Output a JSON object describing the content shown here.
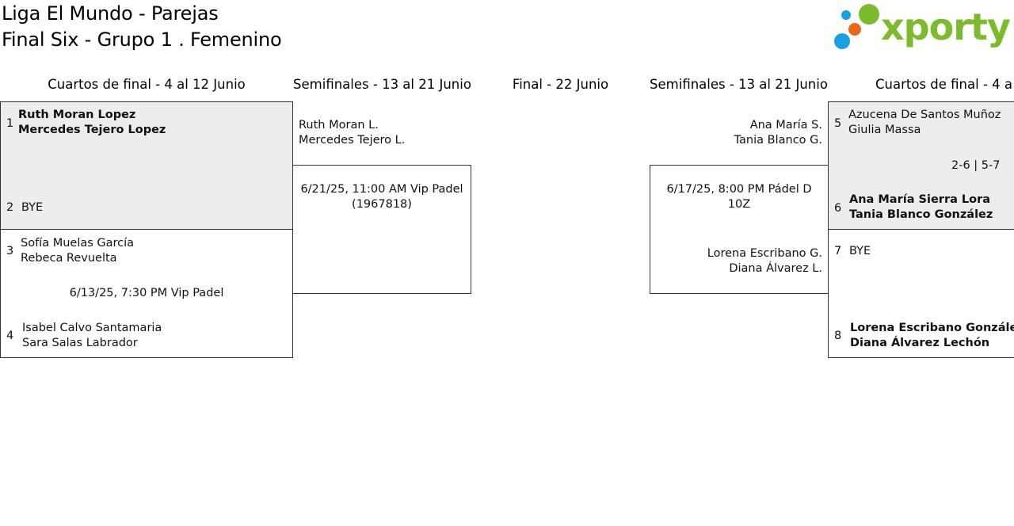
{
  "header": {
    "title_line1": "Liga El Mundo - Parejas",
    "title_line2": "Final Six - Grupo 1 . Femenino",
    "logo_text": "xporty"
  },
  "colors": {
    "brand_green": "#7dbb2e",
    "dot_blue": "#1a9fe0",
    "dot_orange": "#e8681a",
    "grey_box": "#ededed"
  },
  "columns": {
    "qf_left": "Cuartos de final - 4 al 12 Junio",
    "sf_left": "Semifinales - 13 al 21 Junio",
    "final": "Final - 22 Junio",
    "sf_right": "Semifinales - 13 al 21 Junio",
    "qf_right": "Cuartos de final - 4 a"
  },
  "qf_left": {
    "match1": {
      "seed_a": "1",
      "team_a": [
        "Ruth Moran Lopez",
        "Mercedes Tejero Lopez"
      ],
      "seed_b": "2",
      "team_b": [
        "BYE"
      ]
    },
    "match2": {
      "seed_a": "3",
      "team_a": [
        "Sofía Muelas García",
        "Rebeca Revuelta"
      ],
      "info": "6/13/25, 7:30 PM Vip Padel",
      "seed_b": "4",
      "team_b": [
        "Isabel Calvo Santamaria",
        "Sara Salas Labrador"
      ]
    }
  },
  "sf_left": {
    "team_a": [
      "Ruth Moran L.",
      "Mercedes Tejero L."
    ],
    "info_line1": "6/21/25, 11:00 AM Vip Padel",
    "info_line2": "(1967818)"
  },
  "sf_right": {
    "team_a": [
      "Ana María S.",
      "Tania Blanco G."
    ],
    "info_line1": "6/17/25, 8:00 PM Pádel D",
    "info_line2": "10Z",
    "team_b": [
      "Lorena Escribano G.",
      "Diana Álvarez L."
    ]
  },
  "qf_right": {
    "match1": {
      "seed_a": "5",
      "team_a": [
        "Azucena De Santos Muñoz",
        "Giulia Massa"
      ],
      "score": "2-6 | 5-7",
      "seed_b": "6",
      "team_b": [
        "Ana María Sierra Lora",
        "Tania Blanco González"
      ]
    },
    "match2": {
      "seed_a": "7",
      "team_a": [
        "BYE"
      ],
      "seed_b": "8",
      "team_b": [
        "Lorena Escribano González",
        "Diana Álvarez Lechón"
      ]
    }
  }
}
